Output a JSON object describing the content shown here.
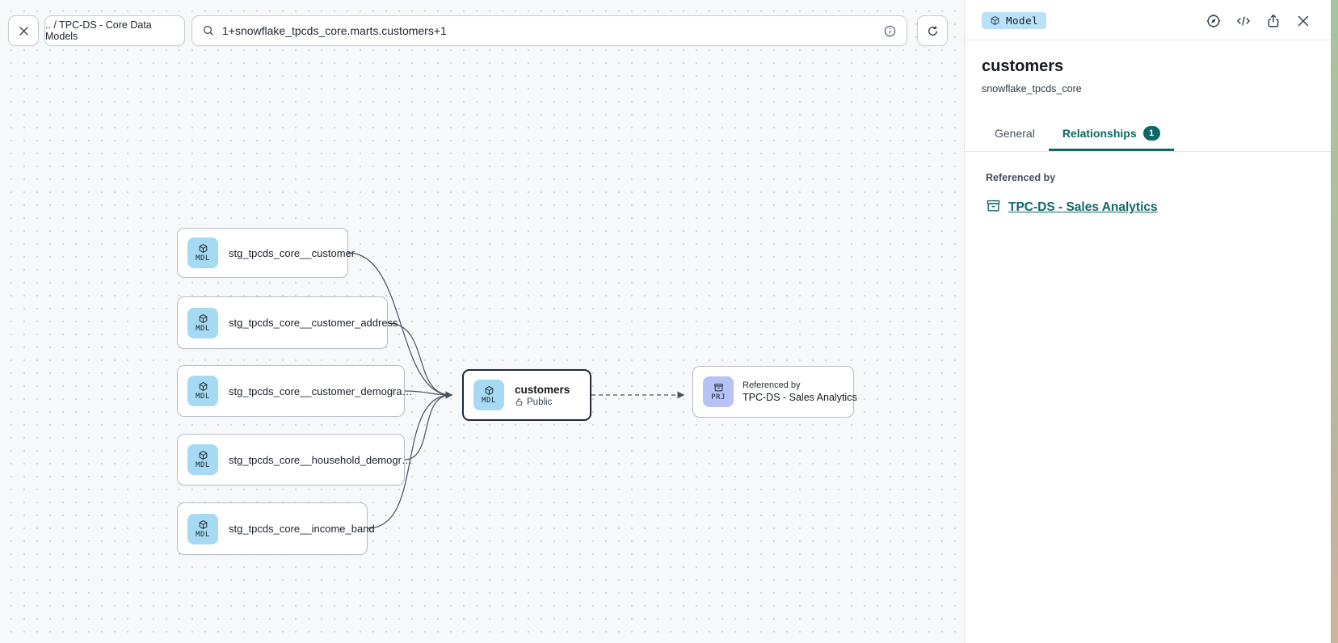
{
  "toolbar": {
    "breadcrumb": ".. / TPC-DS - Core Data Models",
    "search": {
      "value": "1+snowflake_tpcds_core.marts.customers+1"
    }
  },
  "graph": {
    "upstream_nodes": [
      {
        "badge": "MDL",
        "label": "stg_tpcds_core__customer"
      },
      {
        "badge": "MDL",
        "label": "stg_tpcds_core__customer_address"
      },
      {
        "badge": "MDL",
        "label": "stg_tpcds_core__customer_demogra…"
      },
      {
        "badge": "MDL",
        "label": "stg_tpcds_core__household_demogr…"
      },
      {
        "badge": "MDL",
        "label": "stg_tpcds_core__income_band"
      }
    ],
    "selected_node": {
      "badge": "MDL",
      "label": "customers",
      "access": "Public"
    },
    "reference_node": {
      "badge": "PRJ",
      "kicker": "Referenced by",
      "label": "TPC-DS - Sales Analytics"
    }
  },
  "panel": {
    "type_badge": "Model",
    "title": "customers",
    "subtitle": "snowflake_tpcds_core",
    "tabs": {
      "general": "General",
      "relationships": "Relationships",
      "relationships_count": "1"
    },
    "referenced_by_label": "Referenced by",
    "reference_link": "TPC-DS - Sales Analytics"
  },
  "icons": {
    "toolbar": [
      "close-icon",
      "search-icon",
      "info-icon",
      "refresh-icon"
    ],
    "panel": [
      "model-cube-icon",
      "compass-explore-icon",
      "code-icon",
      "share-icon",
      "close-icon",
      "project-box-icon"
    ],
    "nodes": [
      "model-cube-icon",
      "unlock-icon",
      "project-box-icon"
    ]
  },
  "colors": {
    "accent_teal": "#0e6866",
    "model_badge_bg": "#b9e2f8",
    "model_icon_bg": "#a6daf4",
    "project_icon_bg": "#b7c3f8",
    "canvas_bg": "#f7f8fa",
    "edge_stroke": "#49515e",
    "selected_border": "#222a35"
  }
}
